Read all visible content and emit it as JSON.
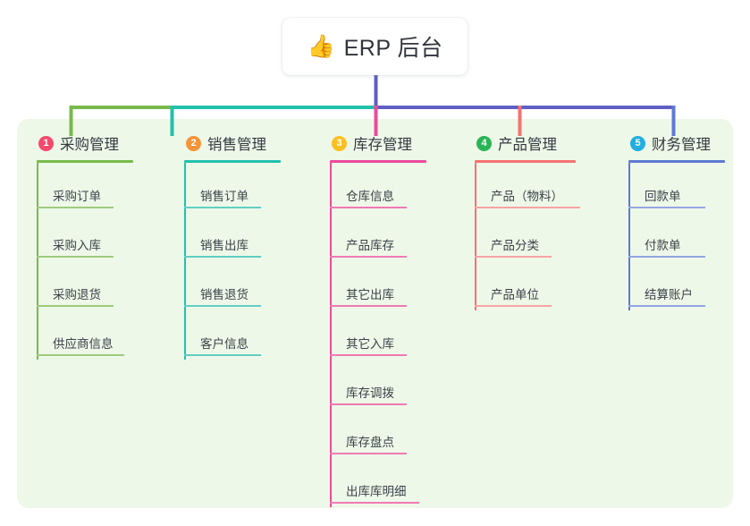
{
  "diagram": {
    "type": "mindmap",
    "root": {
      "icon": "thumbs-up-emoji",
      "icon_glyph": "👍",
      "label": "ERP 后台"
    },
    "panel_color": "#eef8e9",
    "branches": [
      {
        "number": "1",
        "label": "采购管理",
        "badge_color": "#f5496e",
        "line_color": "#79b94c",
        "children": [
          {
            "label": "采购订单"
          },
          {
            "label": "采购入库"
          },
          {
            "label": "采购退货"
          },
          {
            "label": "供应商信息"
          }
        ]
      },
      {
        "number": "2",
        "label": "销售管理",
        "badge_color": "#f6943a",
        "line_color": "#22c0ac",
        "children": [
          {
            "label": "销售订单"
          },
          {
            "label": "销售出库"
          },
          {
            "label": "销售退货"
          },
          {
            "label": "客户信息"
          }
        ]
      },
      {
        "number": "3",
        "label": "库存管理",
        "badge_color": "#f9c022",
        "line_color": "#ec4a9b",
        "children": [
          {
            "label": "仓库信息"
          },
          {
            "label": "产品库存"
          },
          {
            "label": "其它出库"
          },
          {
            "label": "其它入库"
          },
          {
            "label": "库存调拨"
          },
          {
            "label": "库存盘点"
          },
          {
            "label": "出库库明细"
          }
        ]
      },
      {
        "number": "4",
        "label": "产品管理",
        "badge_color": "#2bb457",
        "line_color": "#f47272",
        "children": [
          {
            "label": "产品（物料）"
          },
          {
            "label": "产品分类"
          },
          {
            "label": "产品单位"
          }
        ]
      },
      {
        "number": "5",
        "label": "财务管理",
        "badge_color": "#21aee0",
        "line_color": "#5f79d4",
        "children": [
          {
            "label": "回款单"
          },
          {
            "label": "付款单"
          },
          {
            "label": "结算账户"
          }
        ]
      }
    ],
    "connectors": {
      "stem_color": "#5f5fc4",
      "bus_segments": [
        {
          "color": "#79b94c"
        },
        {
          "color": "#22c0ac"
        },
        {
          "color": "#5f5fc4"
        }
      ]
    }
  }
}
